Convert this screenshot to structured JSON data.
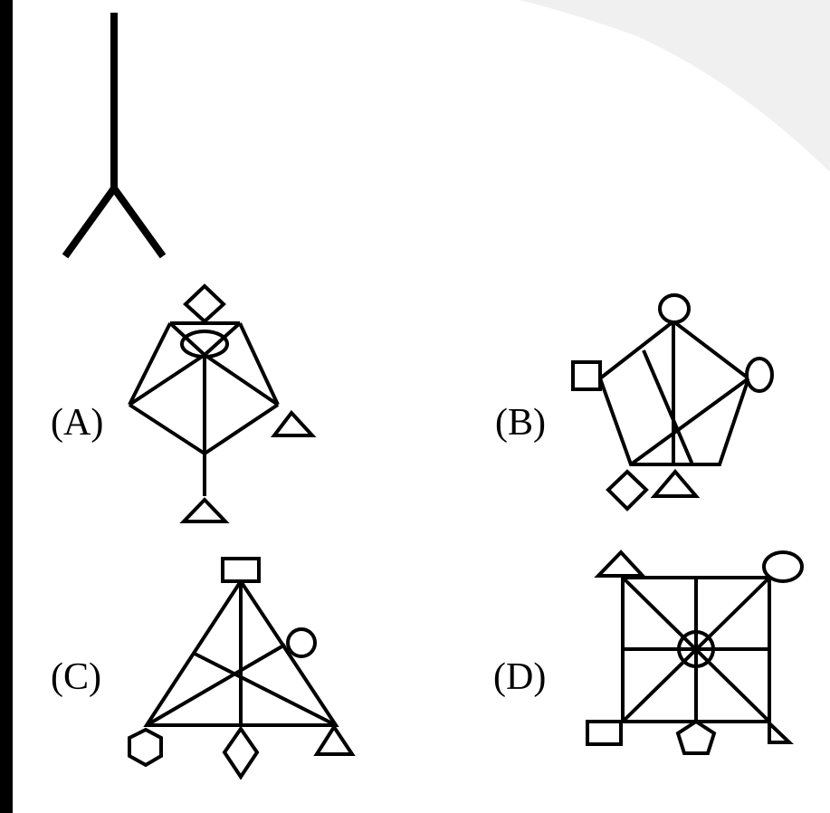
{
  "options": {
    "a": {
      "label": "(A)"
    },
    "b": {
      "label": "(B)"
    },
    "c": {
      "label": "(C)"
    },
    "d": {
      "label": "(D)"
    }
  },
  "colors": {
    "background": "#ffffff",
    "frame": "#000000",
    "stroke": "#000000",
    "watermark": "#efefef"
  }
}
